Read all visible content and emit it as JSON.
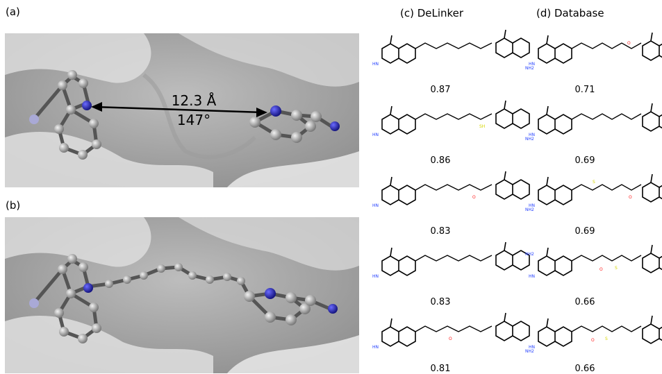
{
  "panels": {
    "a_label": "(a)",
    "b_label": "(b)",
    "c_label": "(c) DeLinker",
    "d_label": "(d) Database"
  },
  "measurement": {
    "distance": "12.3 Å",
    "angle": "147°"
  },
  "delinker_scores": [
    "0.87",
    "0.86",
    "0.83",
    "0.83",
    "0.81"
  ],
  "database_scores": [
    "0.71",
    "0.69",
    "0.69",
    "0.66",
    "0.66"
  ],
  "colors": {
    "surface": "#c9c9c9",
    "atom_carbon": "#b4b4b4",
    "atom_nitrogen": "#2b2bb8",
    "atom_fluoro": "#a9a9d6",
    "hetero_blue": "#1f3cff",
    "hetero_red": "#ff2020",
    "hetero_yellow": "#d6d600"
  }
}
